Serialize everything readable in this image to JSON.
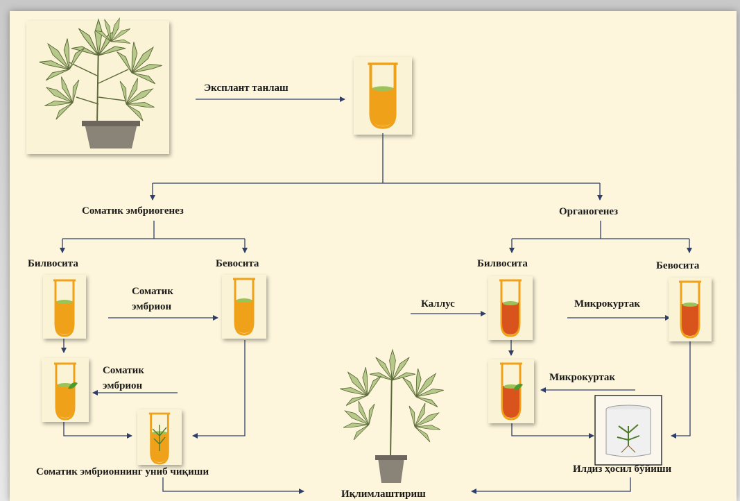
{
  "labels": {
    "explant_selection": "Эксплант танлаш",
    "somatic_embryogenesis": "Соматик эмбриогенез",
    "organogenesis": "Органогенез",
    "indirect_left": "Билвосита",
    "direct_left": "Бевосита",
    "indirect_right": "Билвосита",
    "direct_right": "Бевосита",
    "somatic_embryo_1_line1": "Соматик",
    "somatic_embryo_1_line2": "эмбрион",
    "somatic_embryo_2_line1": "Соматик",
    "somatic_embryo_2_line2": "эмбрион",
    "callus": "Каллус",
    "microshoot_1": "Микрокуртак",
    "microshoot_2": "Микрокуртак",
    "somatic_embryo_germination": "Соматик эмбрионнинг униб чиқиши",
    "root_formation": "Илдиз ҳосил бўйиши",
    "acclimatization": "Иқлимлаштириш"
  },
  "colors": {
    "background": "#fdf6dc",
    "arrow": "#2f3f6a",
    "medium_yellow": "#f0a11a",
    "medium_red": "#d9541c",
    "tissue_green": "#9cc25a",
    "leaf_green": "#b7c98a",
    "pot_gray": "#8a8378"
  }
}
